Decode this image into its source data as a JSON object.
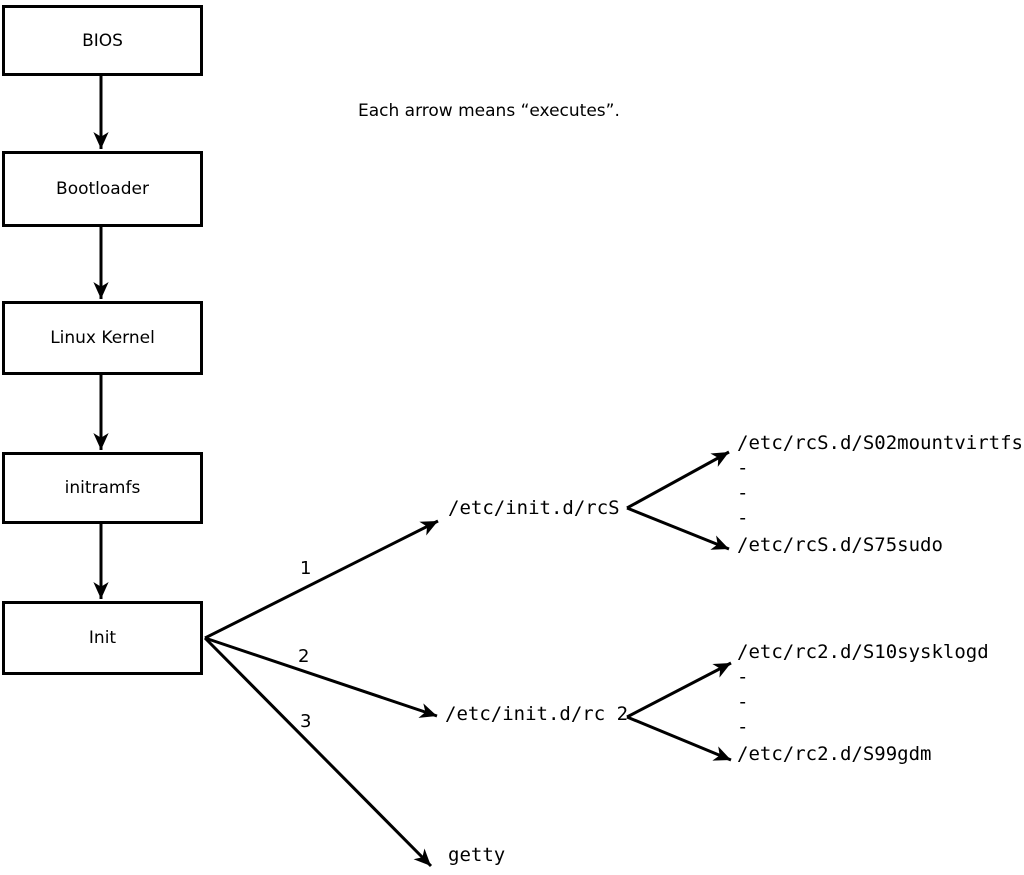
{
  "caption": "Each arrow means “executes”.",
  "colors": {
    "line": "#000000",
    "box_fill": "#ffffff",
    "background": "#ffffff",
    "text": "#000000"
  },
  "boot_chain": [
    {
      "label": "BIOS"
    },
    {
      "label": "Bootloader"
    },
    {
      "label": "Linux Kernel"
    },
    {
      "label": "initramfs"
    },
    {
      "label": "Init"
    }
  ],
  "init_branches": [
    {
      "number": "1",
      "target": "/etc/init.d/rcS",
      "children": [
        "/etc/rcS.d/S02mountvirtfs",
        "-",
        "-",
        "-",
        "/etc/rcS.d/S75sudo"
      ]
    },
    {
      "number": "2",
      "target": "/etc/init.d/rc 2",
      "children": [
        "/etc/rc2.d/S10sysklogd",
        "-",
        "-",
        "-",
        "/etc/rc2.d/S99gdm"
      ]
    },
    {
      "number": "3",
      "target": "getty",
      "children": []
    }
  ]
}
